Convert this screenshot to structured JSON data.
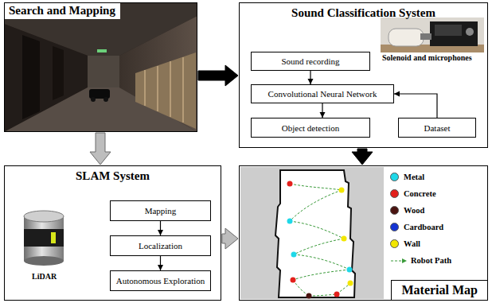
{
  "diagram": {
    "nodes": [
      {
        "text": [
          "Search and Mapping"
        ]
      },
      {
        "text": [
          "Sound Classification System"
        ]
      },
      {
        "text": [
          "Sound recording"
        ],
        "in": 1
      },
      {
        "text": [
          "Convolutional Neural Network"
        ],
        "in": 1
      },
      {
        "text": [
          "Object detection"
        ],
        "in": 1
      },
      {
        "text": [
          "Dataset"
        ],
        "in": 1
      },
      {
        "text": [
          "SLAM System"
        ]
      },
      {
        "text": [
          "Mapping"
        ],
        "in": 6
      },
      {
        "text": [
          "Localization"
        ],
        "in": 6
      },
      {
        "text": [
          "Autonomous Exploration"
        ],
        "in": 6
      },
      {
        "text": [
          "Material Map"
        ]
      }
    ],
    "edges": [
      {
        "from": 0,
        "to": 1,
        "arrow": "to"
      },
      {
        "from": 0,
        "to": 6,
        "arrow": "to"
      },
      {
        "from": 1,
        "to": 10,
        "arrow": "to"
      },
      {
        "from": 6,
        "to": 10,
        "arrow": "to"
      },
      {
        "from": 2,
        "to": 3,
        "arrow": "to"
      },
      {
        "from": 3,
        "to": 4,
        "arrow": "to"
      },
      {
        "from": 5,
        "to": 3,
        "arrow": "to"
      },
      {
        "from": 7,
        "to": 8,
        "arrow": "to"
      },
      {
        "from": 8,
        "to": 9,
        "arrow": "to"
      }
    ],
    "labels": [
      "Solenoid and microphones",
      "LiDAR"
    ],
    "legend": [
      {
        "text": "Metal",
        "color": "#1fd8e8"
      },
      {
        "text": "Concrete",
        "color": "#e3201c"
      },
      {
        "text": "Wood",
        "color": "#4a1410"
      },
      {
        "text": "Cardboard",
        "color": "#1434d4"
      },
      {
        "text": "Wall",
        "color": "#f2e600"
      },
      {
        "text": "Robot Path"
      }
    ]
  }
}
